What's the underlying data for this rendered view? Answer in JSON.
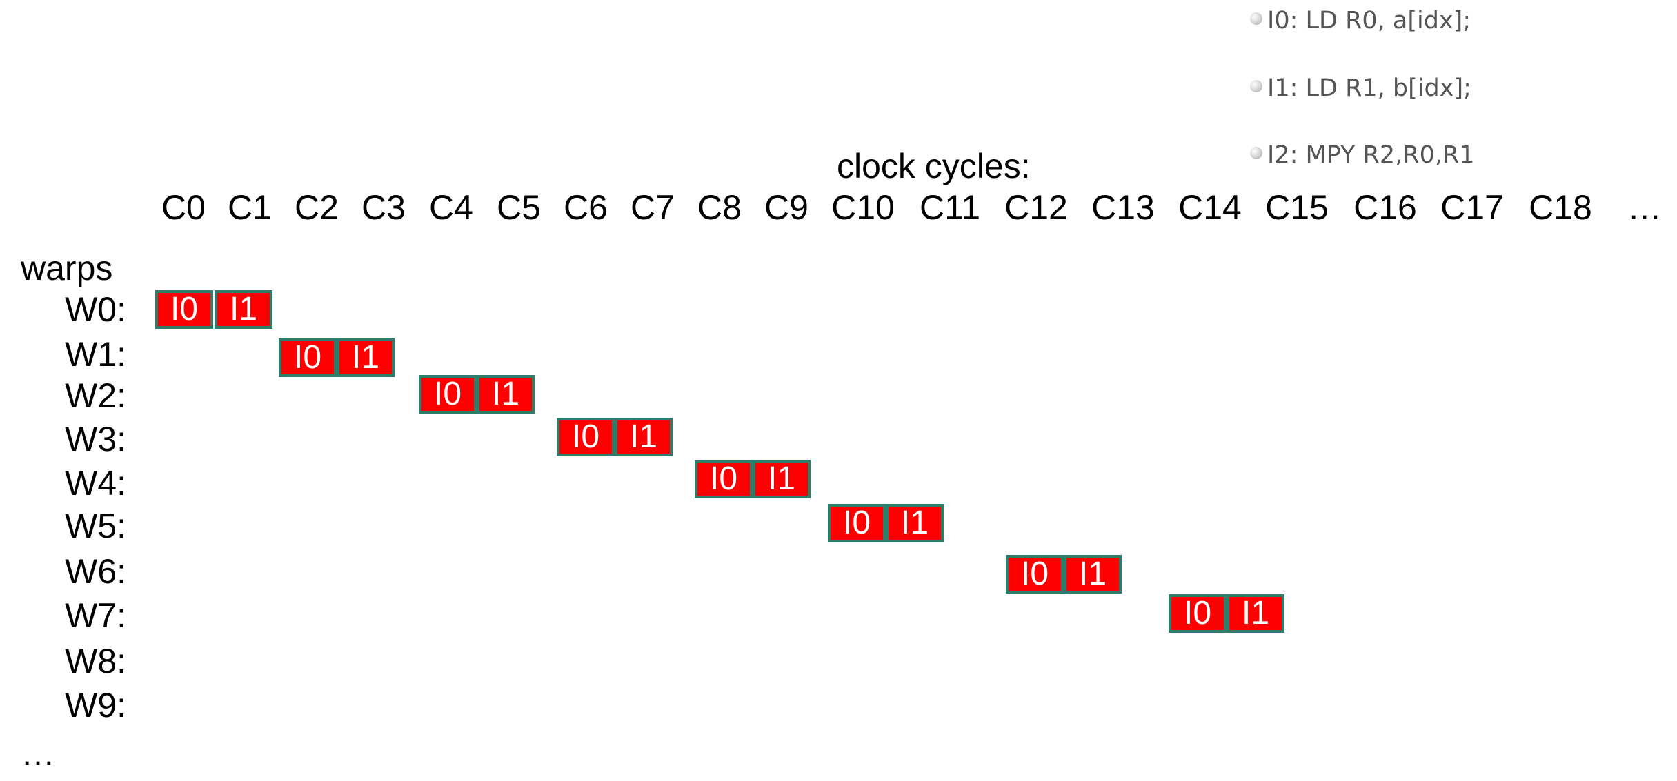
{
  "instructions": [
    {
      "label": "I0: LD R0, a[idx];"
    },
    {
      "label": "I1: LD R1, b[idx];"
    },
    {
      "label": "I2: MPY R2,R0,R1"
    }
  ],
  "bullet_icon": "circle-bullet-icon",
  "clock_title": "clock cycles:",
  "cycles": [
    "C0",
    "C1",
    "C2",
    "C3",
    "C4",
    "C5",
    "C6",
    "C7",
    "C8",
    "C9",
    "C10",
    "C11",
    "C12",
    "C13",
    "C14",
    "C15",
    "C16",
    "C17",
    "C18",
    "…"
  ],
  "warps_label": "warps",
  "warps": [
    "W0:",
    "W1:",
    "W2:",
    "W3:",
    "W4:",
    "W5:",
    "W6:",
    "W7:",
    "W8:",
    "W9:"
  ],
  "warps_more": "…",
  "schedule": [
    {
      "warp": "W0",
      "slots": [
        {
          "label": "I0",
          "cycle": 0
        },
        {
          "label": "I1",
          "cycle": 1
        }
      ]
    },
    {
      "warp": "W1",
      "slots": [
        {
          "label": "I0",
          "cycle": 2
        },
        {
          "label": "I1",
          "cycle": 3
        }
      ]
    },
    {
      "warp": "W2",
      "slots": [
        {
          "label": "I0",
          "cycle": 4
        },
        {
          "label": "I1",
          "cycle": 5
        }
      ]
    },
    {
      "warp": "W3",
      "slots": [
        {
          "label": "I0",
          "cycle": 6
        },
        {
          "label": "I1",
          "cycle": 7
        }
      ]
    },
    {
      "warp": "W4",
      "slots": [
        {
          "label": "I0",
          "cycle": 8
        },
        {
          "label": "I1",
          "cycle": 9
        }
      ]
    },
    {
      "warp": "W5",
      "slots": [
        {
          "label": "I0",
          "cycle": 10
        },
        {
          "label": "I1",
          "cycle": 11
        }
      ]
    },
    {
      "warp": "W6",
      "slots": [
        {
          "label": "I0",
          "cycle": 12
        },
        {
          "label": "I1",
          "cycle": 13
        }
      ]
    },
    {
      "warp": "W7",
      "slots": [
        {
          "label": "I0",
          "cycle": 14
        },
        {
          "label": "I1",
          "cycle": 15
        }
      ]
    }
  ],
  "colors": {
    "slot_fill": "#ff0000",
    "slot_border": "#2e7d6b",
    "slot_text": "#ffffff",
    "instr_text": "#555555"
  }
}
